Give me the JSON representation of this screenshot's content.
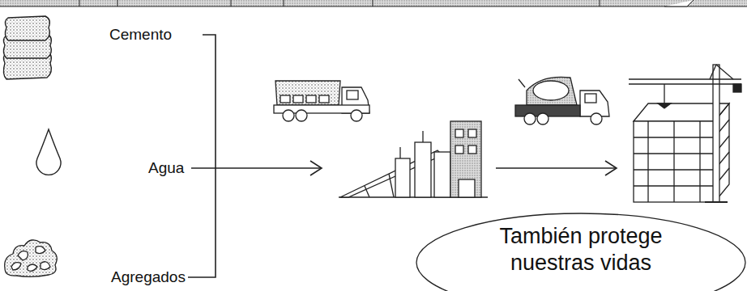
{
  "diagram": {
    "nodes": [
      {
        "text": [
          "También protege nuestras vidas"
        ]
      }
    ],
    "labels": [
      "Cemento",
      "Agua",
      "Agregados"
    ]
  }
}
